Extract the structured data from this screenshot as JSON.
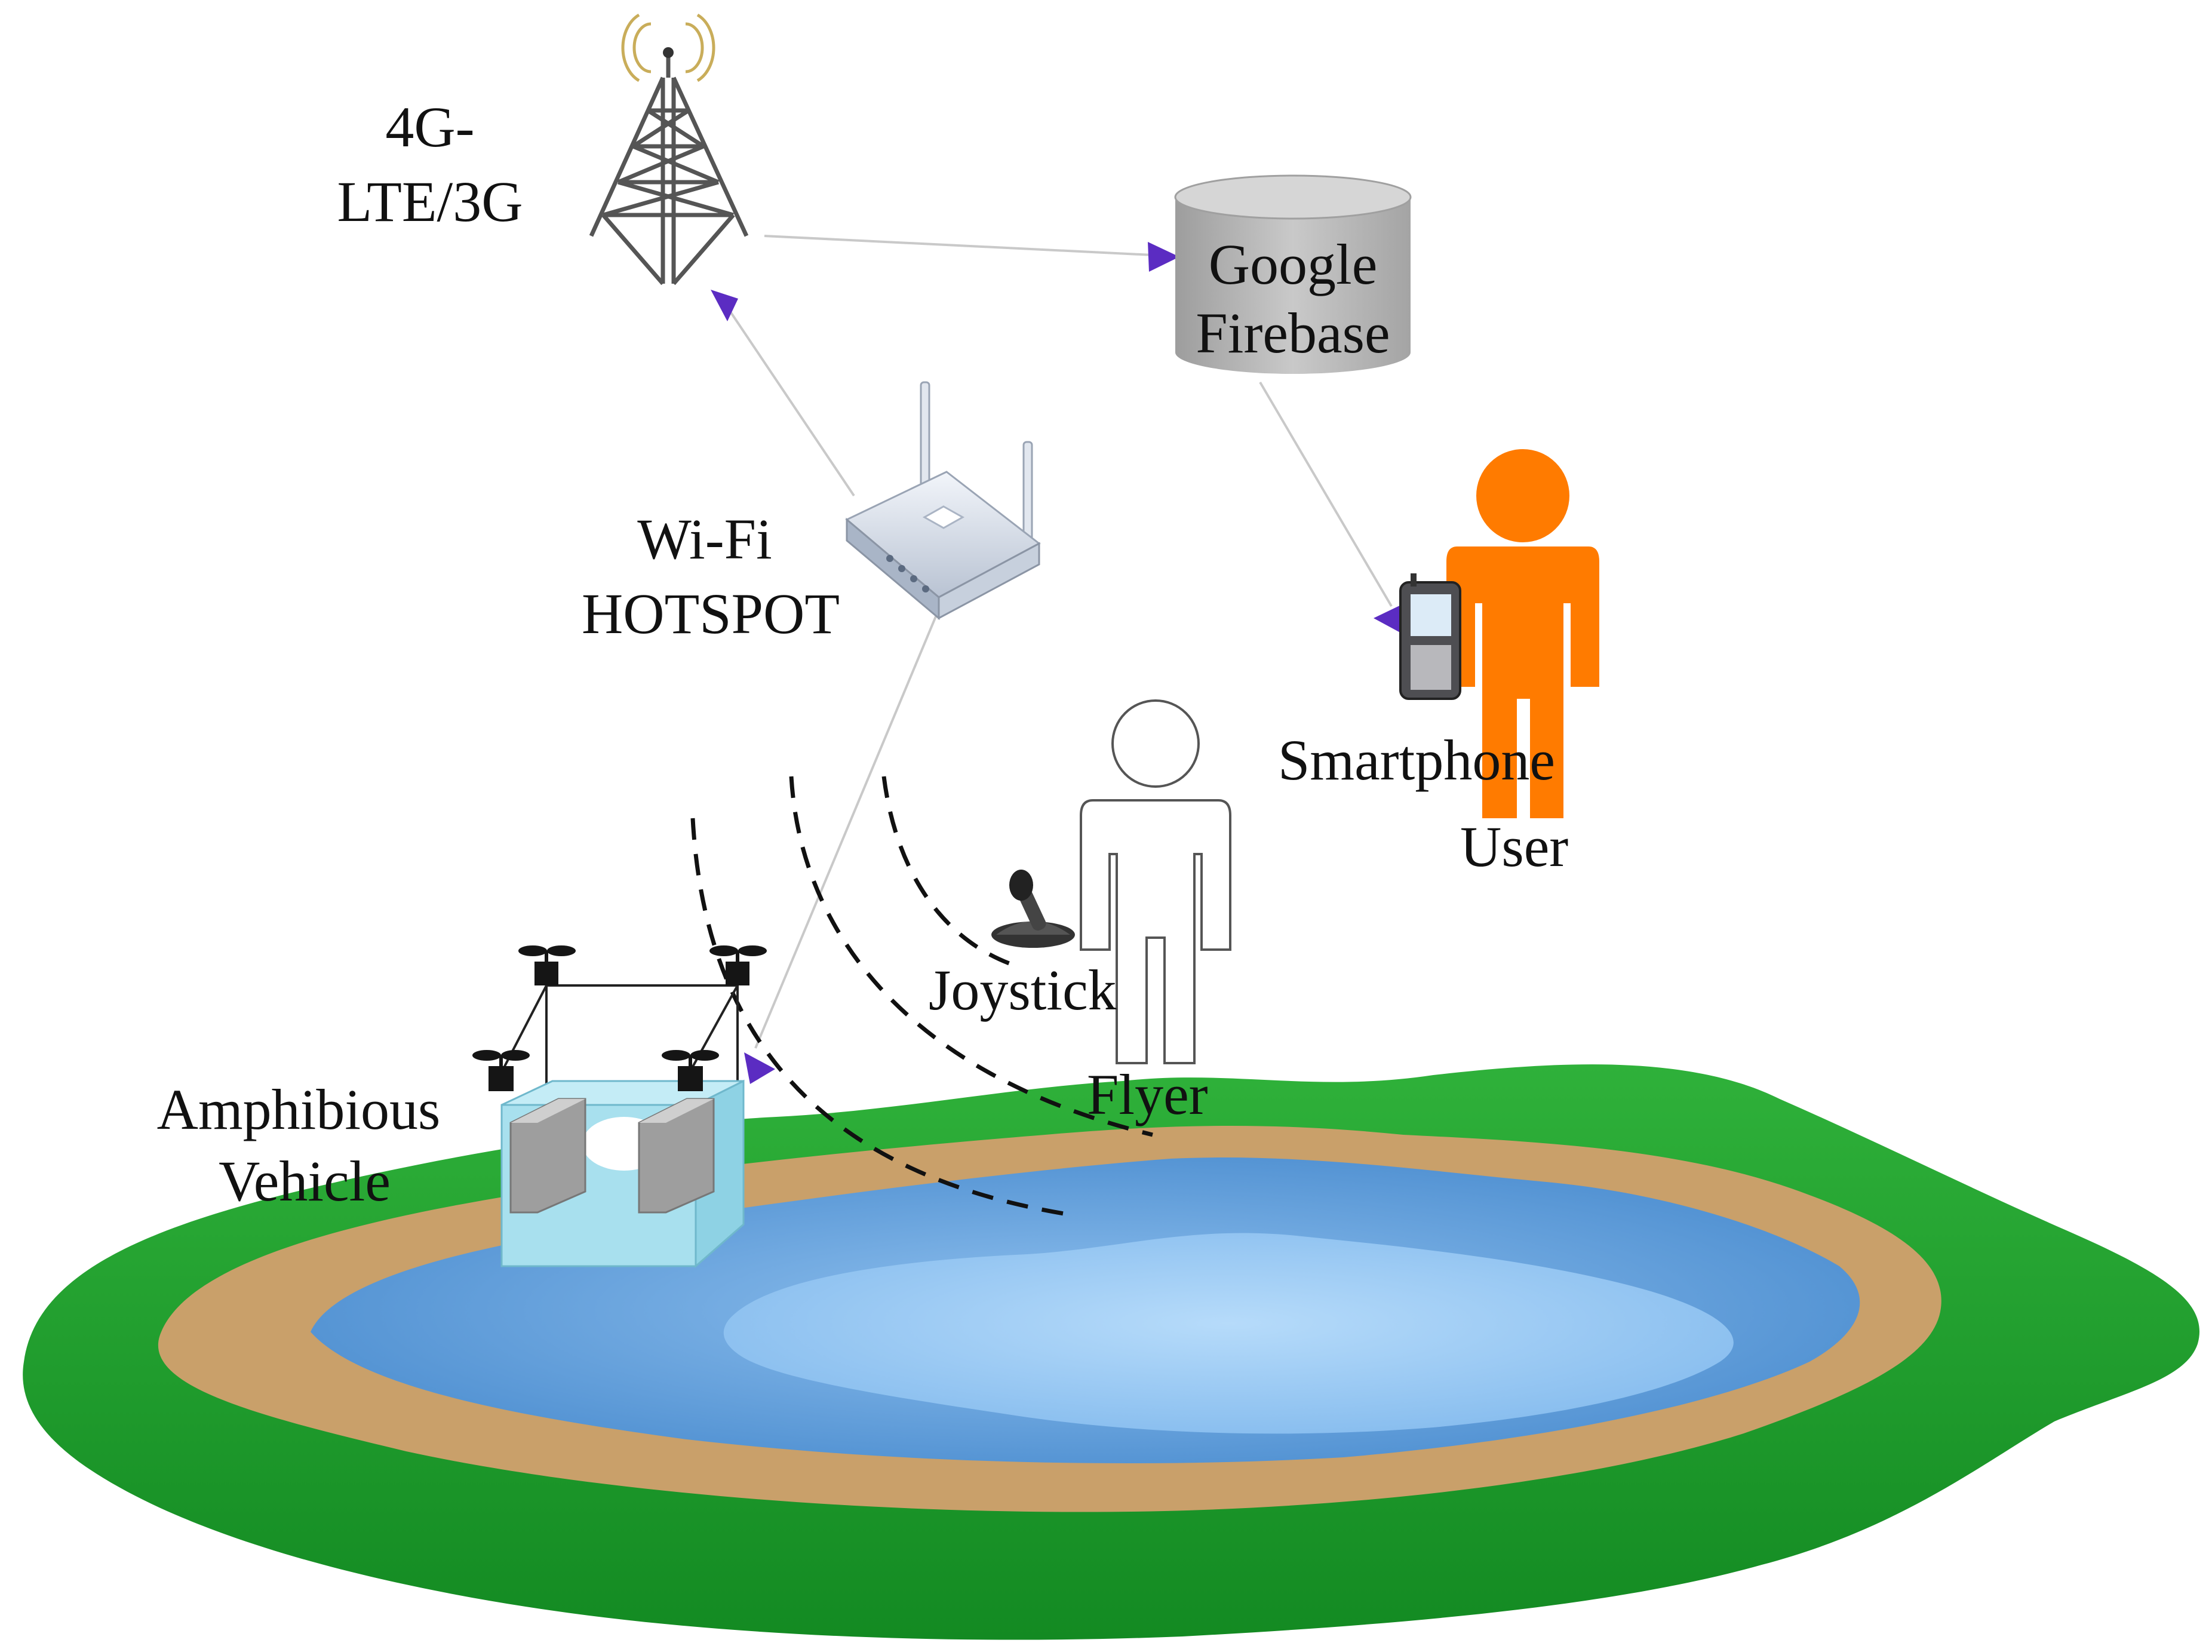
{
  "labels": {
    "tower_line1": "4G-",
    "tower_line2": "LTE/3G",
    "firebase_line1": "Google",
    "firebase_line2": "Firebase",
    "wifi_line1": "Wi-Fi",
    "wifi_line2": "HOTSPOT",
    "smartphone": "Smartphone",
    "user": "User",
    "joystick": "Joystick",
    "flyer": "Flyer",
    "vehicle_line1": "Amphibious",
    "vehicle_line2": "Vehicle"
  },
  "icons": {
    "tower": "cell-tower-icon",
    "database": "database-cylinder-icon",
    "router": "wifi-router-icon",
    "phone": "smartphone-icon",
    "user": "person-icon",
    "flyer": "person-outline-icon",
    "joystick": "joystick-icon",
    "vehicle": "amphibious-drone-vehicle-icon",
    "lake": "lake-landscape"
  },
  "colors": {
    "grass": "#1e9a2a",
    "sand": "#c9a06a",
    "water_outer": "#5b9ad6",
    "water_inner": "#9cc9f2",
    "database": "#b8b8b8",
    "user": "#ff7b00",
    "arrow": "#5b2cc2",
    "vehicle_hull": "#a8e0ee"
  }
}
